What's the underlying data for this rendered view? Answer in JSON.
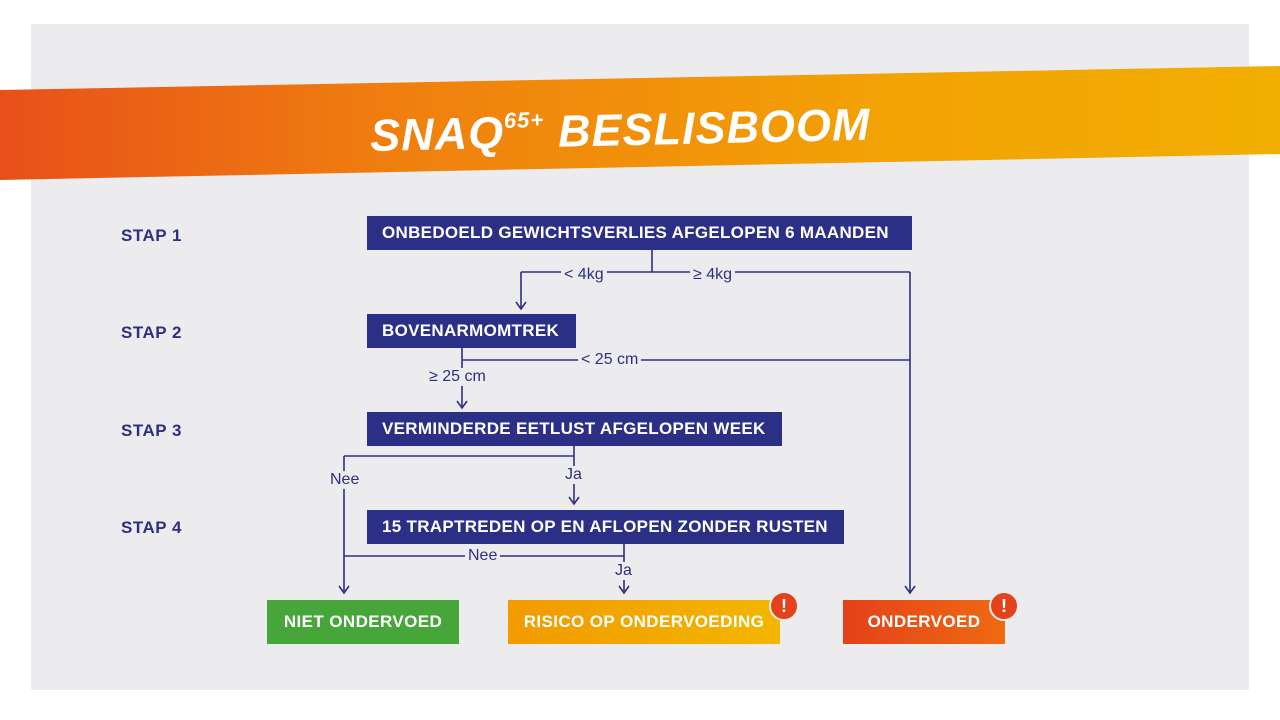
{
  "title": {
    "main": "SNAQ",
    "sup": "65+",
    "rest": "BESLISBOOM"
  },
  "steps": [
    "STAP 1",
    "STAP 2",
    "STAP 3",
    "STAP 4"
  ],
  "questions": [
    "ONBEDOELD GEWICHTSVERLIES AFGELOPEN 6 MAANDEN",
    "BOVENARMOMTREK",
    "VERMINDERDE EETLUST AFGELOPEN WEEK",
    "15 TRAPTREDEN OP EN AFLOPEN ZONDER RUSTEN"
  ],
  "branch_labels": {
    "lt4kg": "< 4kg",
    "ge4kg": "≥ 4kg",
    "lt25cm": "< 25 cm",
    "ge25cm": "≥ 25 cm",
    "nee3": "Nee",
    "ja3": "Ja",
    "nee4": "Nee",
    "ja4": "Ja"
  },
  "outcomes": {
    "niet": "NIET ONDERVOED",
    "risico": "RISICO OP ONDERVOEDING",
    "ondervoed": "ONDERVOED"
  },
  "warning_symbol": "!",
  "colors": {
    "navy": "#2b2f86",
    "green": "#46a63a",
    "orange": "#f0a400",
    "red_orange": "#e34e17",
    "background": "#ececee"
  }
}
